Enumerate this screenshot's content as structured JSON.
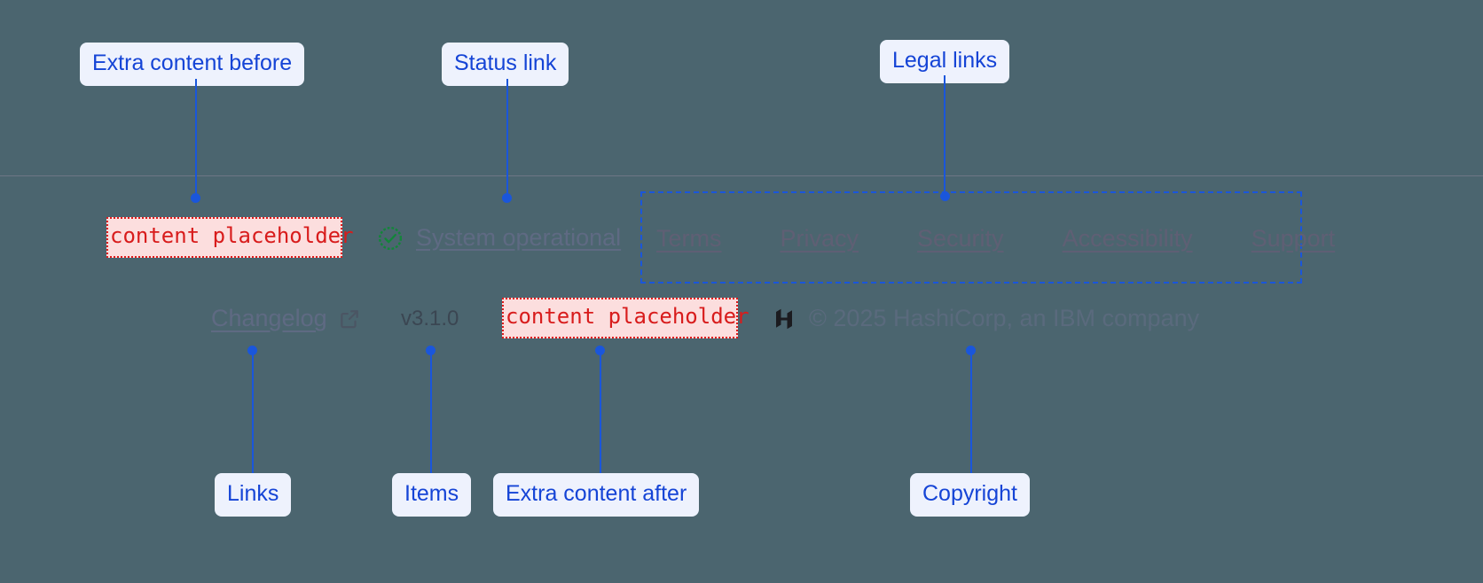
{
  "page": {
    "background_color": "#4b656f",
    "divider_color": "#968ca0"
  },
  "annotations": {
    "accent_color": "#1a56db",
    "pill_bg": "#eef2fd",
    "items": [
      {
        "id": "extra-content-before",
        "label": "Extra content before"
      },
      {
        "id": "status-link",
        "label": "Status link"
      },
      {
        "id": "legal-links",
        "label": "Legal links"
      },
      {
        "id": "links",
        "label": "Links"
      },
      {
        "id": "items",
        "label": "Items"
      },
      {
        "id": "extra-content-after",
        "label": "Extra content after"
      },
      {
        "id": "copyright",
        "label": "Copyright"
      }
    ]
  },
  "footer": {
    "slot_before": {
      "text": "content placeholder"
    },
    "slot_after": {
      "text": "content placeholder"
    },
    "status": {
      "icon": "check-circle-icon",
      "icon_color": "#13853a",
      "label": "System operational"
    },
    "legal": {
      "links": [
        {
          "label": "Terms"
        },
        {
          "label": "Privacy"
        },
        {
          "label": "Security"
        },
        {
          "label": "Accessibility"
        },
        {
          "label": "Support"
        }
      ]
    },
    "links": [
      {
        "label": "Changelog",
        "icon": "external-link-icon"
      }
    ],
    "version": {
      "label": "v3.1.0"
    },
    "copyright": {
      "logo": "hashicorp-logo-icon",
      "text": "© 2025 HashiCorp, an IBM company"
    }
  }
}
